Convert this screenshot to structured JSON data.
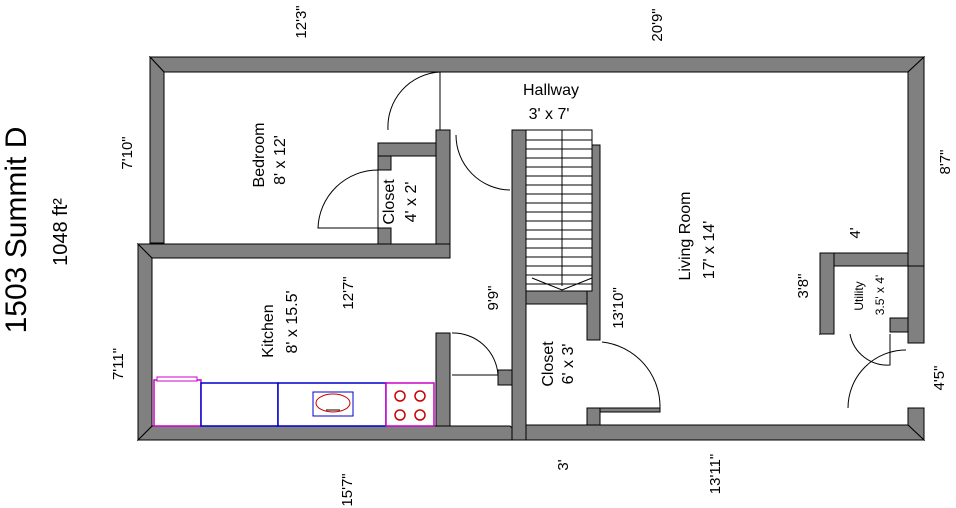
{
  "title": {
    "address": "1503 Summit D",
    "area": "1048 ft²"
  },
  "rooms": {
    "hallway": {
      "name": "Hallway",
      "size": "3' x 7'"
    },
    "bedroom": {
      "name": "Bedroom",
      "size": "8' x 12'"
    },
    "bedroom_closet": {
      "name": "Closet",
      "size": "4' x 2'"
    },
    "living_room": {
      "name": "Living Room",
      "size": "17' x 14'"
    },
    "kitchen": {
      "name": "Kitchen",
      "size": "8' x 15.5'"
    },
    "hall_closet": {
      "name": "Closet",
      "size": "6' x 3'"
    },
    "utility": {
      "name": "Utility",
      "size": "3.5' x 4'"
    }
  },
  "dimensions": {
    "top_left": "12'3\"",
    "top_right": "20'9\"",
    "left_upper": "7'10\"",
    "left_lower": "7'11\"",
    "right_upper": "8'7\"",
    "right_lower": "4'5\"",
    "bottom_left": "15'7\"",
    "bottom_mid": "3'",
    "bottom_right": "13'11\"",
    "kitchen_width": "12'7\"",
    "stair_length": "9'9\"",
    "closet_wall": "13'10\"",
    "utility_top": "4'",
    "utility_side": "3'8\""
  },
  "colors": {
    "wall": "#808080",
    "cabinet": "#0000cc",
    "fridge": "#cc00cc",
    "range": "#cc0000"
  }
}
